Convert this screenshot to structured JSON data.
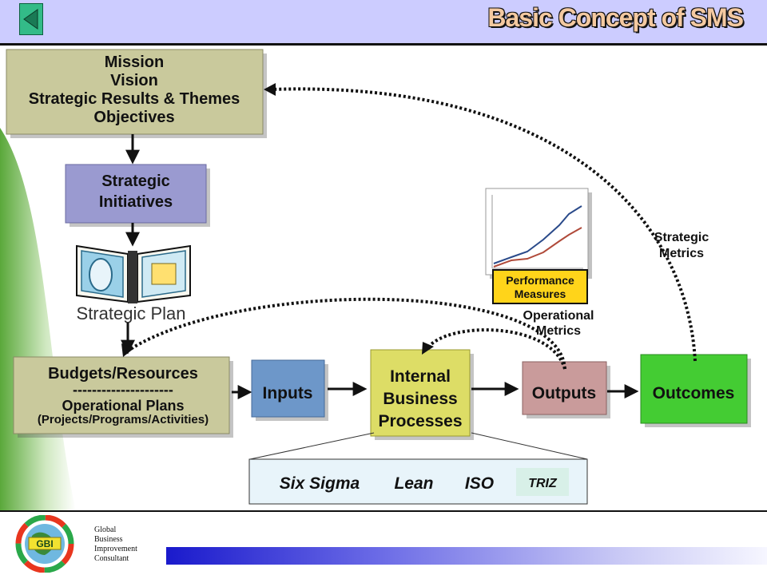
{
  "header": {
    "title": "Basic Concept of SMS",
    "back_icon": "triangle-left-icon",
    "colors": {
      "band": "#ccccff",
      "title_fill": "#f4c9a0"
    }
  },
  "diagram": {
    "mission_box": {
      "lines": [
        "Mission",
        "Vision",
        "Strategic Results & Themes",
        "Objectives"
      ]
    },
    "initiatives_box": {
      "lines": [
        "Strategic",
        "Initiatives"
      ]
    },
    "strategic_plan_label": "Strategic Plan",
    "budgets_box": {
      "lines": [
        "Budgets/Resources",
        "---------------------",
        "Operational Plans",
        "(Projects/Programs/Activities)"
      ]
    },
    "inputs_box": {
      "label": "Inputs"
    },
    "processes_box": {
      "lines": [
        "Internal",
        "Business",
        "Processes"
      ]
    },
    "outputs_box": {
      "label": "Outputs"
    },
    "outcomes_box": {
      "label": "Outcomes"
    },
    "performance_chart": {
      "caption_lines": [
        "Performance",
        "Measures"
      ]
    },
    "operational_metrics_label": [
      "Operational",
      "Metrics"
    ],
    "strategic_metrics_label": [
      "Strategic",
      "Metrics"
    ],
    "methods": [
      "Six Sigma",
      "Lean",
      "ISO"
    ],
    "triz_label": "TRIZ",
    "colors": {
      "mission": "#c9c99c",
      "initiatives": "#9a9ad0",
      "budgets": "#c9c99c",
      "inputs": "#6d97c9",
      "processes": "#dddd66",
      "outputs": "#c99b9b",
      "outcomes": "#44cc33",
      "triz_box": "#d8f0e8"
    }
  },
  "footer": {
    "company_lines": [
      "Global",
      "Business",
      "Improvement",
      "Consultant"
    ],
    "logo_text": "GBI"
  }
}
